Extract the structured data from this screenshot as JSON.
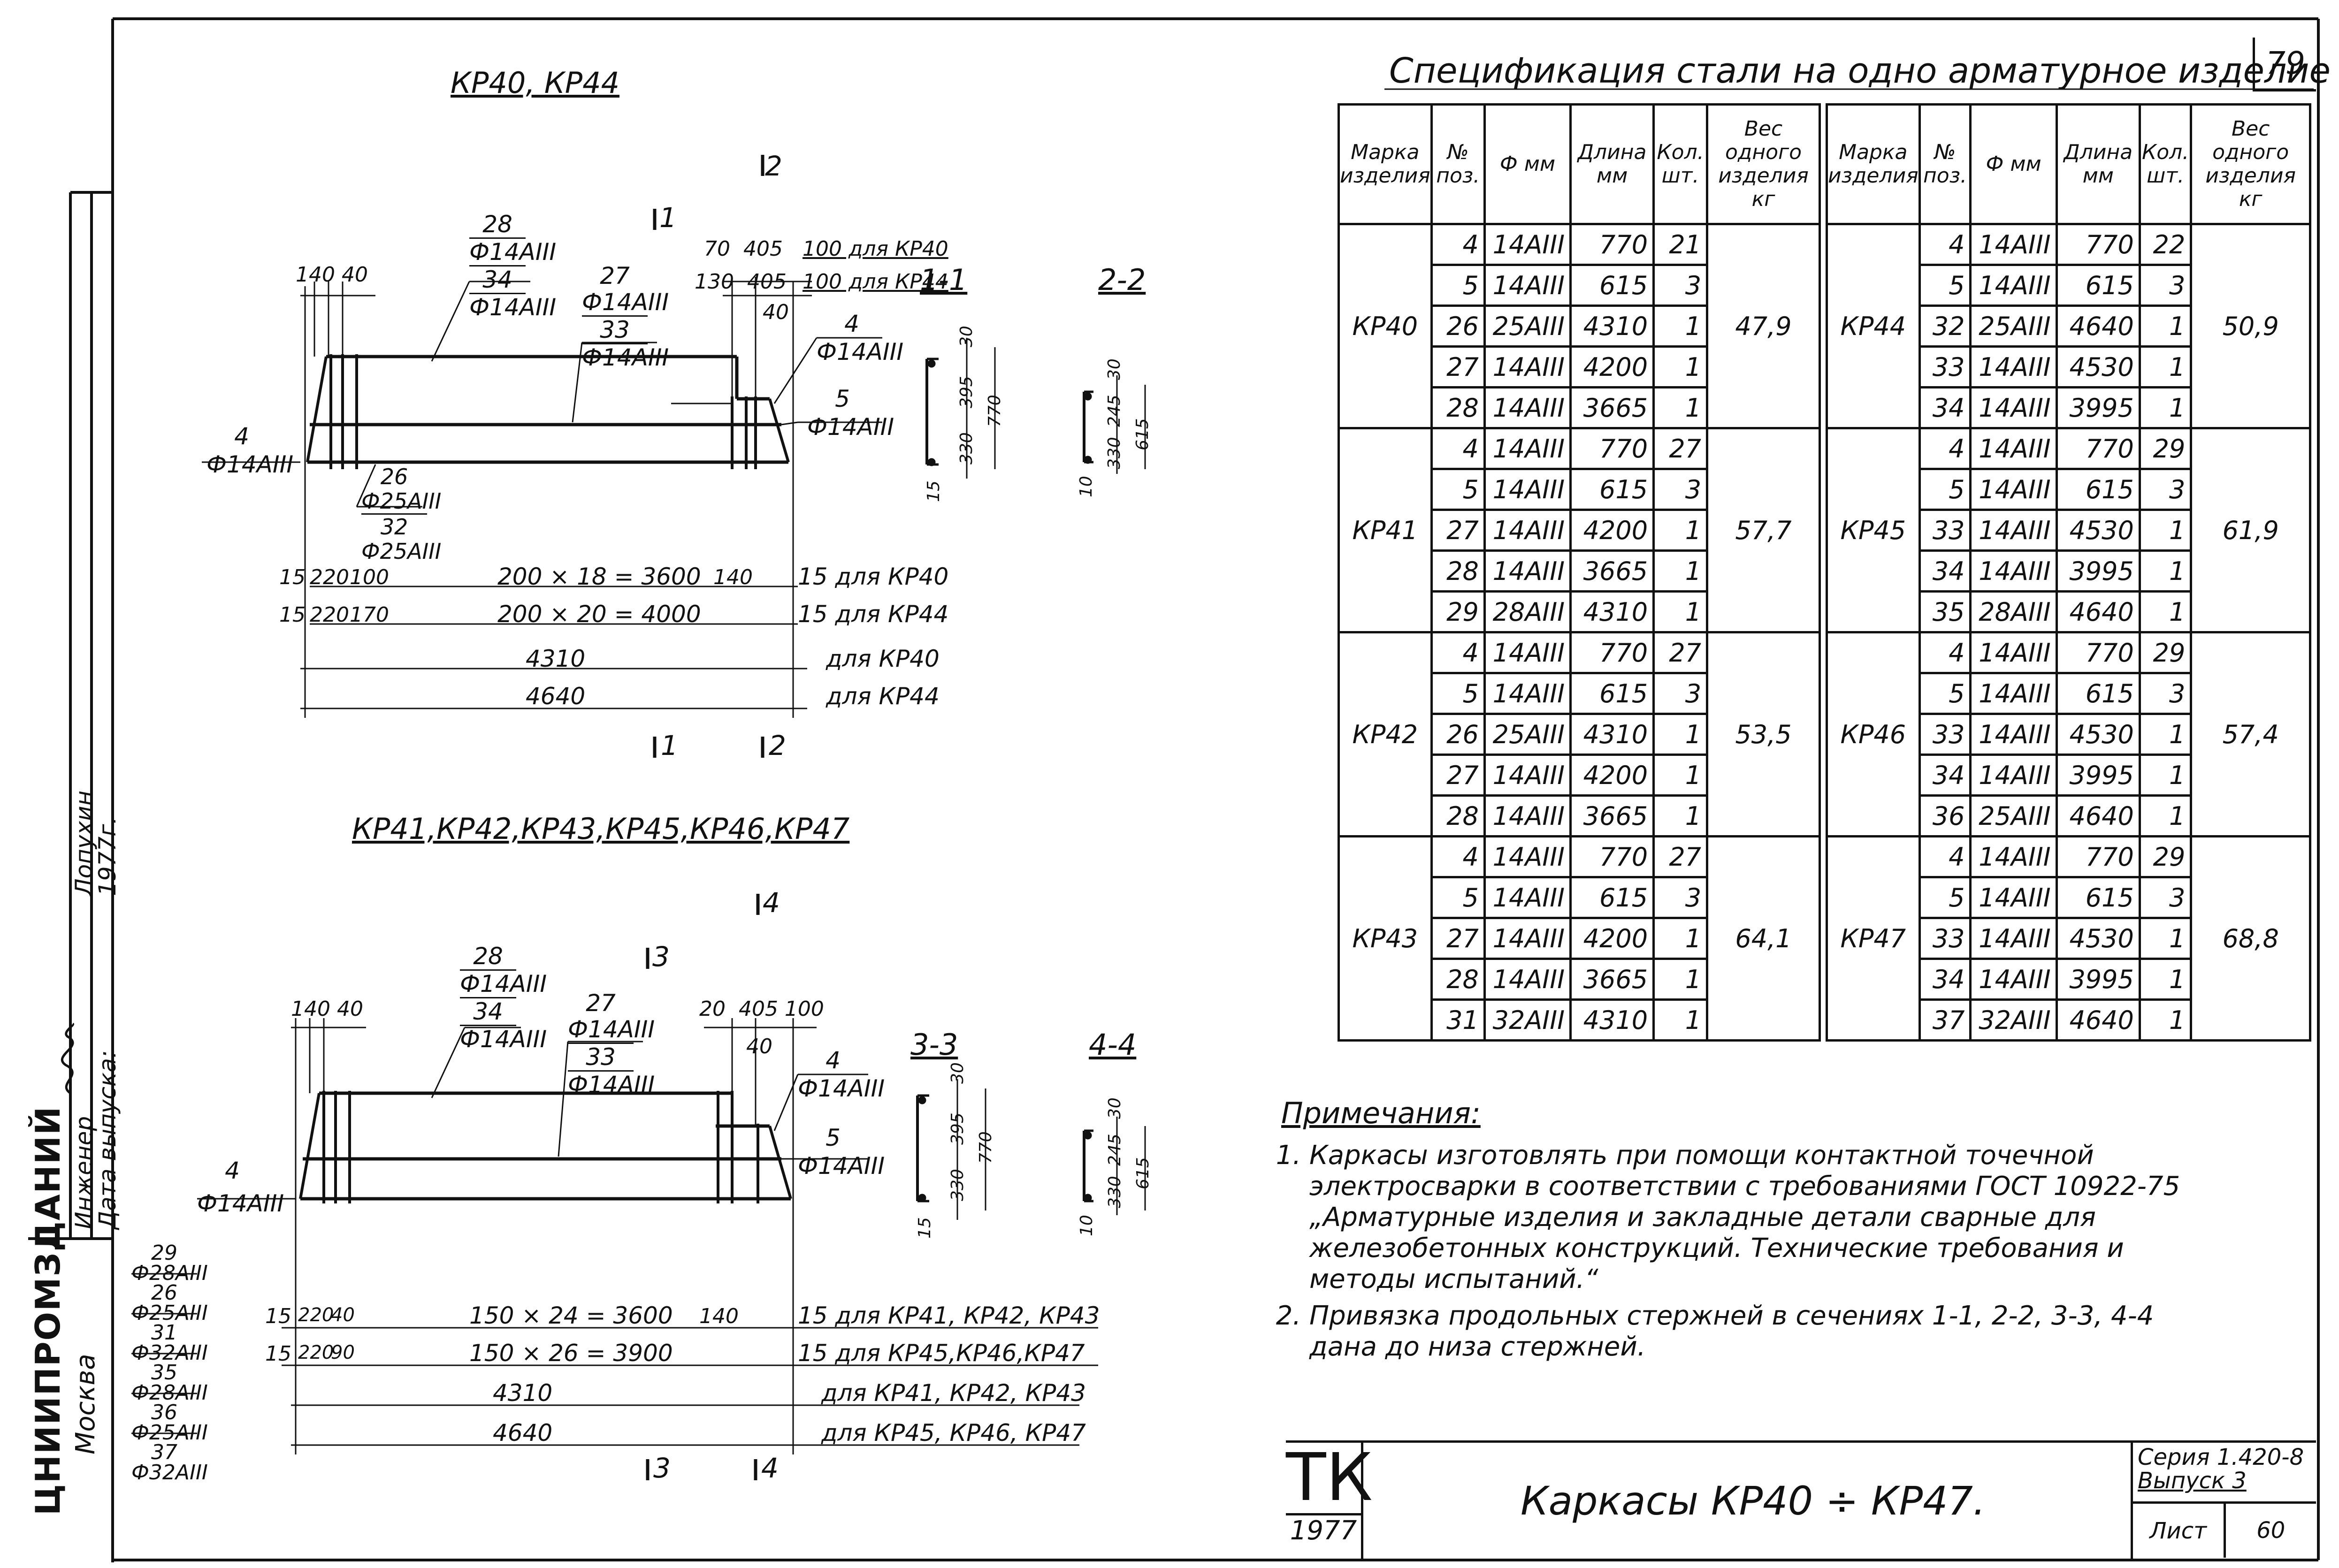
{
  "sheet": {
    "number": "79",
    "spec_title": "Спецификация стали на одно арматурное изделие"
  },
  "drawing_top": {
    "title": "КР40, КР44",
    "section_a": "1-1",
    "section_b": "2-2",
    "labels": {
      "cut_1": "1",
      "cut_2": "2",
      "pos28": "28",
      "pos28_d": "Ф14АIII",
      "pos34": "34",
      "pos34_d": "Ф14АIII",
      "pos27": "27",
      "pos27_d": "Ф14АIII",
      "pos33": "33",
      "pos33_d": "Ф14АIII",
      "pos4_left": "4",
      "pos4_left_d": "Ф14АIII",
      "pos4_right": "4",
      "pos4_right_d": "Ф14АIII",
      "pos5": "5",
      "pos5_d": "Ф14АIII",
      "pos26": "26",
      "pos26_d": "Ф25АIII",
      "pos32": "32",
      "pos32_d": "Ф25АIII",
      "dim_140_40": "140 40",
      "dim_70_405": "70  405",
      "dim_130_405": "130  405",
      "dim_100_kp40": "100 для КР40",
      "dim_100_kp44": "100 для КР44",
      "dim_40": "40",
      "dim_15a": "15",
      "dim_220a": "220",
      "dim_100": "100",
      "dim_row1": "200 × 18 = 3600",
      "dim_140a": "140",
      "dim_15_kp40": "15 для КР40",
      "dim_15b": "15",
      "dim_220b": "220",
      "dim_170": "170",
      "dim_row2": "200 × 20 = 4000",
      "dim_15_kp44": "15 для КР44",
      "dim_4310": "4310",
      "dim_4310_for": "для КР40",
      "dim_4640": "4640",
      "dim_4640_for": "для КР44",
      "sec1_dims": [
        "30",
        "395",
        "330",
        "15",
        "770"
      ],
      "sec2_dims": [
        "30",
        "245",
        "330",
        "10",
        "615"
      ]
    }
  },
  "drawing_bottom": {
    "title": "КР41,КР42,КР43,КР45,КР46,КР47",
    "section_a": "3-3",
    "section_b": "4-4",
    "labels": {
      "cut_3": "3",
      "cut_4": "4",
      "pos28": "28",
      "pos28_d": "Ф14АIII",
      "pos34": "34",
      "pos34_d": "Ф14АIII",
      "pos27": "27",
      "pos27_d": "Ф14АIII",
      "pos33": "33",
      "pos33_d": "Ф14АIII",
      "pos4_left": "4",
      "pos4_left_d": "Ф14АIII",
      "pos4_right": "4",
      "pos4_right_d": "Ф14АIII",
      "pos5": "5",
      "pos5_d": "Ф14АIII",
      "dim_140_40": "140 40",
      "dim_20_405_100": "20  405 100",
      "dim_40": "40",
      "legend": [
        "29",
        "Ф28АIII",
        "26",
        "Ф25АIII",
        "31",
        "Ф32АIII",
        "35",
        "Ф28АIII",
        "36",
        "Ф25АIII",
        "37",
        "Ф32АIII"
      ],
      "dim_15a": "15",
      "dim_220a": "220",
      "dim_40a": "40",
      "dim_row1": "150 × 24 = 3600",
      "dim_140a": "140",
      "dim_15_kp41": "15 для КР41, КР42, КР43",
      "dim_15b": "15",
      "dim_220b": "220",
      "dim_90": "90",
      "dim_row2": "150 × 26 = 3900",
      "dim_15_kp45": "15 для КР45,КР46,КР47",
      "dim_4310": "4310",
      "dim_4310_for": "для КР41, КР42, КР43",
      "dim_4640": "4640",
      "dim_4640_for": "для КР45, КР46, КР47",
      "sec3_dims": [
        "30",
        "395",
        "330",
        "15",
        "770"
      ],
      "sec4_dims": [
        "30",
        "245",
        "330",
        "10",
        "615"
      ]
    }
  },
  "spec_headers": {
    "mark": "Марка изделия",
    "pos": "№ поз.",
    "dia": "Ф мм",
    "length": "Длина мм",
    "qty": "Кол. шт.",
    "weight": "Вес одного изделия кг"
  },
  "spec_left": [
    {
      "mark": "КР40",
      "weight": "47,9",
      "rows": [
        [
          "4",
          "14АIII",
          "770",
          "21"
        ],
        [
          "5",
          "14АIII",
          "615",
          "3"
        ],
        [
          "26",
          "25АIII",
          "4310",
          "1"
        ],
        [
          "27",
          "14АIII",
          "4200",
          "1"
        ],
        [
          "28",
          "14АIII",
          "3665",
          "1"
        ]
      ]
    },
    {
      "mark": "КР41",
      "weight": "57,7",
      "rows": [
        [
          "4",
          "14АIII",
          "770",
          "27"
        ],
        [
          "5",
          "14АIII",
          "615",
          "3"
        ],
        [
          "27",
          "14АIII",
          "4200",
          "1"
        ],
        [
          "28",
          "14АIII",
          "3665",
          "1"
        ],
        [
          "29",
          "28АIII",
          "4310",
          "1"
        ]
      ]
    },
    {
      "mark": "КР42",
      "weight": "53,5",
      "rows": [
        [
          "4",
          "14АIII",
          "770",
          "27"
        ],
        [
          "5",
          "14АIII",
          "615",
          "3"
        ],
        [
          "26",
          "25АIII",
          "4310",
          "1"
        ],
        [
          "27",
          "14АIII",
          "4200",
          "1"
        ],
        [
          "28",
          "14АIII",
          "3665",
          "1"
        ]
      ]
    },
    {
      "mark": "КР43",
      "weight": "64,1",
      "rows": [
        [
          "4",
          "14АIII",
          "770",
          "27"
        ],
        [
          "5",
          "14АIII",
          "615",
          "3"
        ],
        [
          "27",
          "14АIII",
          "4200",
          "1"
        ],
        [
          "28",
          "14АIII",
          "3665",
          "1"
        ],
        [
          "31",
          "32АIII",
          "4310",
          "1"
        ]
      ]
    }
  ],
  "spec_right": [
    {
      "mark": "КР44",
      "weight": "50,9",
      "rows": [
        [
          "4",
          "14АIII",
          "770",
          "22"
        ],
        [
          "5",
          "14АIII",
          "615",
          "3"
        ],
        [
          "32",
          "25АIII",
          "4640",
          "1"
        ],
        [
          "33",
          "14АIII",
          "4530",
          "1"
        ],
        [
          "34",
          "14АIII",
          "3995",
          "1"
        ]
      ]
    },
    {
      "mark": "КР45",
      "weight": "61,9",
      "rows": [
        [
          "4",
          "14АIII",
          "770",
          "29"
        ],
        [
          "5",
          "14АIII",
          "615",
          "3"
        ],
        [
          "33",
          "14АIII",
          "4530",
          "1"
        ],
        [
          "34",
          "14АIII",
          "3995",
          "1"
        ],
        [
          "35",
          "28АIII",
          "4640",
          "1"
        ]
      ]
    },
    {
      "mark": "КР46",
      "weight": "57,4",
      "rows": [
        [
          "4",
          "14АIII",
          "770",
          "29"
        ],
        [
          "5",
          "14АIII",
          "615",
          "3"
        ],
        [
          "33",
          "14АIII",
          "4530",
          "1"
        ],
        [
          "34",
          "14АIII",
          "3995",
          "1"
        ],
        [
          "36",
          "25АIII",
          "4640",
          "1"
        ]
      ]
    },
    {
      "mark": "КР47",
      "weight": "68,8",
      "rows": [
        [
          "4",
          "14АIII",
          "770",
          "29"
        ],
        [
          "5",
          "14АIII",
          "615",
          "3"
        ],
        [
          "33",
          "14АIII",
          "4530",
          "1"
        ],
        [
          "34",
          "14АIII",
          "3995",
          "1"
        ],
        [
          "37",
          "32АIII",
          "4640",
          "1"
        ]
      ]
    }
  ],
  "notes": {
    "title": "Примечания:",
    "items": [
      "Каркасы изготовлять при помощи контактной точечной электросварки в соответствии с требованиями ГОСТ 10922-75 „Арматурные изделия и закладные детали сварные для железобетонных конструкций. Технические требования и методы испытаний.“",
      "Привязка продольных стержней в сечениях 1-1, 2-2, 3-3, 4-4 дана до низа стержней."
    ]
  },
  "stamp": {
    "org": "ТК",
    "year": "1977",
    "title": "Каркасы КР40 ÷ КР47.",
    "series": "Серия 1.420-8",
    "issue": "Выпуск 3",
    "sheet_label": "Лист",
    "sheet_no": "60"
  },
  "side": {
    "org": "ЦНИИПРОМЗДАНИЙ",
    "city": "Москва",
    "engineer_label": "Инженер",
    "engineer_name": "Лопухин",
    "date_label": "Дата выпуска:",
    "date_value": "1977г."
  }
}
